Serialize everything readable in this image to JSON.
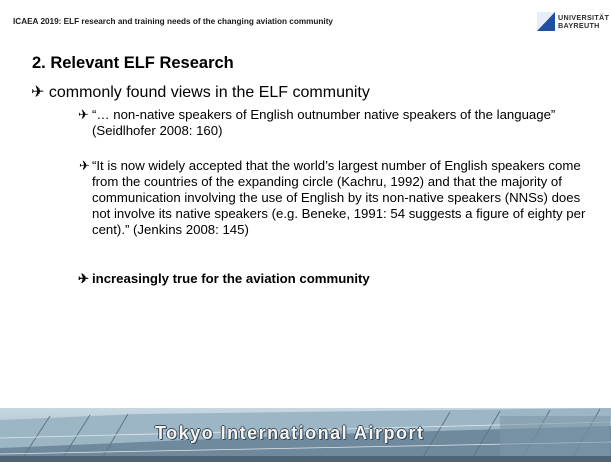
{
  "header": {
    "title": "ICAEA 2019: ELF research and training needs of the changing aviation community",
    "logo_text_line1": "UNIVERSITÄT",
    "logo_text_line2": "BAYREUTH"
  },
  "slide": {
    "title": "2. Relevant ELF Research",
    "bullet_arrow": "✈",
    "level1": "commonly found views in the ELF community",
    "items": [
      "“… non-native speakers of English outnumber native speakers of the language” (Seidlhofer 2008: 160)",
      "“It is now widely accepted that the world’s largest number of English speakers come from the countries of the expanding circle (Kachru, 1992) and that the majority of communication involving the use of English by its non-native speakers (NNSs) does not involve its native speakers (e.g. Beneke, 1991: 54 suggests a figure of eighty per cent).” (Jenkins 2008: 145)",
      "increasingly true for the aviation community"
    ]
  },
  "banner": {
    "text": "Tokyo International Airport"
  },
  "colors": {
    "logo_blue": "#1f4fa3",
    "banner_sky": "#a9c3d4"
  }
}
